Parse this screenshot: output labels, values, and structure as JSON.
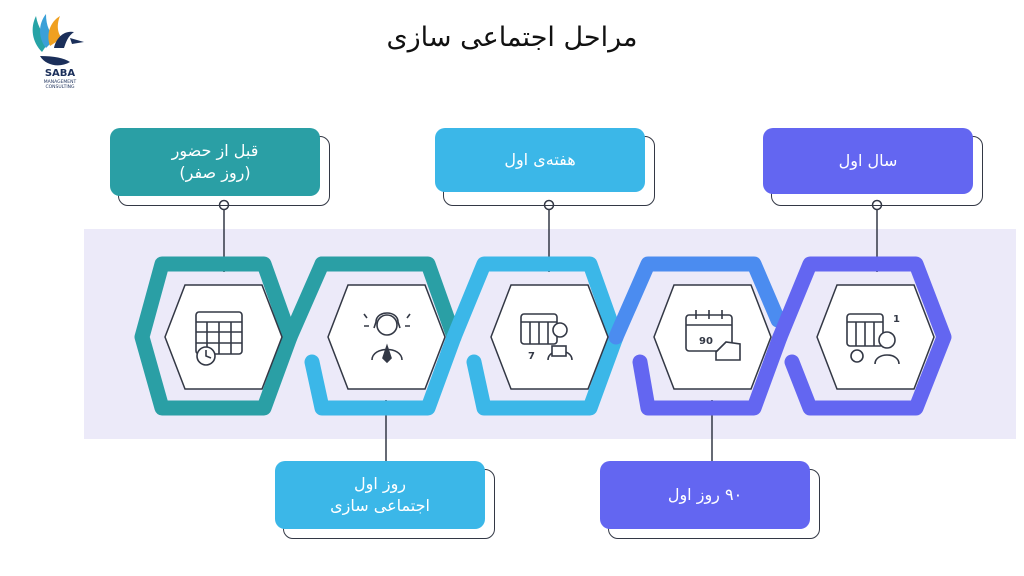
{
  "title": "مراحل اجتماعی سازی",
  "logo": {
    "name": "SABA",
    "line1": "MANAGEMENT",
    "line2": "CONSULTING"
  },
  "colors": {
    "teal": "#2a9fa5",
    "tealDark": "#1f8c91",
    "cyan": "#3bb7e8",
    "blue": "#4b8cf0",
    "indigo": "#6366f1",
    "band": "#eceaf9",
    "outline": "#333845"
  },
  "stages": [
    {
      "id": "pre-arrival",
      "line1": "قبل از حضور",
      "line2": "(روز صفر)",
      "color": "#2a9fa5",
      "icon": "calendar-clock-icon"
    },
    {
      "id": "first-day",
      "line1": "روز اول",
      "line2": "اجتماعی سازی",
      "color": "#3bb7e8",
      "icon": "employee-headset-icon"
    },
    {
      "id": "first-week",
      "line1": "هفته‌ی اول",
      "color": "#3bb7e8",
      "icon": "calendar-delivery-icon",
      "iconNumber": "7"
    },
    {
      "id": "ninety-days",
      "line1": "۹۰ روز اول",
      "color": "#6366f1",
      "icon": "calendar-hand-icon",
      "iconNumber": "90"
    },
    {
      "id": "first-year",
      "line1": "سال اول",
      "color": "#6366f1",
      "icon": "calendar-person-icon",
      "iconNumber": "1"
    }
  ]
}
